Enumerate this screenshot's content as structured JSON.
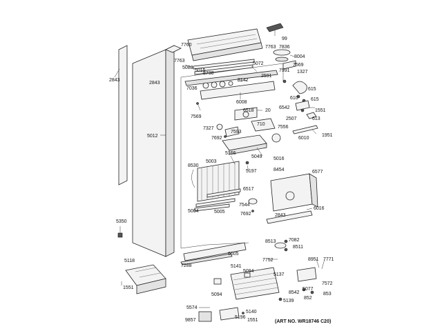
{
  "art_number": "(ART NO. WR18746 C20)",
  "labels": {
    "l99": "99",
    "l7760": "7760",
    "l7763a": "7763",
    "l7836": "7836",
    "l8004": "8004",
    "l7763b": "7763",
    "l5088": "5088",
    "l5015": "5015",
    "l8738": "8738",
    "l5072": "5072",
    "l7569a": "7569",
    "l7991": "7991",
    "l1327": "1327",
    "l2843a": "2843",
    "l2843b": "2843",
    "l7036": "7036",
    "l8142": "8142",
    "l2591": "2591",
    "l615a": "615",
    "l615b": "615",
    "l610": "610",
    "l6008": "6008",
    "l6542": "6542",
    "l1551a": "1551",
    "l7569b": "7569",
    "l6518": "6518",
    "l20": "20",
    "l2507": "2507",
    "l613": "613",
    "l710": "710",
    "l7327": "7327",
    "l7593": "7593",
    "l7556": "7556",
    "l7692a": "7692",
    "l6010": "6010",
    "l1951": "1951",
    "l5012": "5012",
    "l5166": "5166",
    "l5049": "5049",
    "l5016": "5016",
    "l5003": "5003",
    "l8530": "8530",
    "l5197": "5197",
    "l8454": "8454",
    "l6577": "6577",
    "l6517": "6517",
    "l7544": "7544",
    "l5004": "5004",
    "l5005": "5005",
    "l7692b": "7692",
    "l6016": "6016",
    "l2843c": "2843",
    "l5350": "5350",
    "l8513": "8513",
    "l7082": "7082",
    "l8511": "8511",
    "l6605": "6605",
    "l7752": "7752",
    "l5118": "5118",
    "l7288": "7288",
    "l8951": "8951",
    "l7771": "7771",
    "l5141": "5141",
    "l5094a": "5094",
    "l5137": "5137",
    "l7572": "7572",
    "l1551b": "1551",
    "l5094b": "5094",
    "l8542": "8542",
    "l5077": "5077",
    "l853": "853",
    "l5139": "5139",
    "l852": "852",
    "l5574": "5574",
    "l5140": "5140",
    "l9857": "9857",
    "l5196": "5196",
    "l1551c": "1551"
  }
}
